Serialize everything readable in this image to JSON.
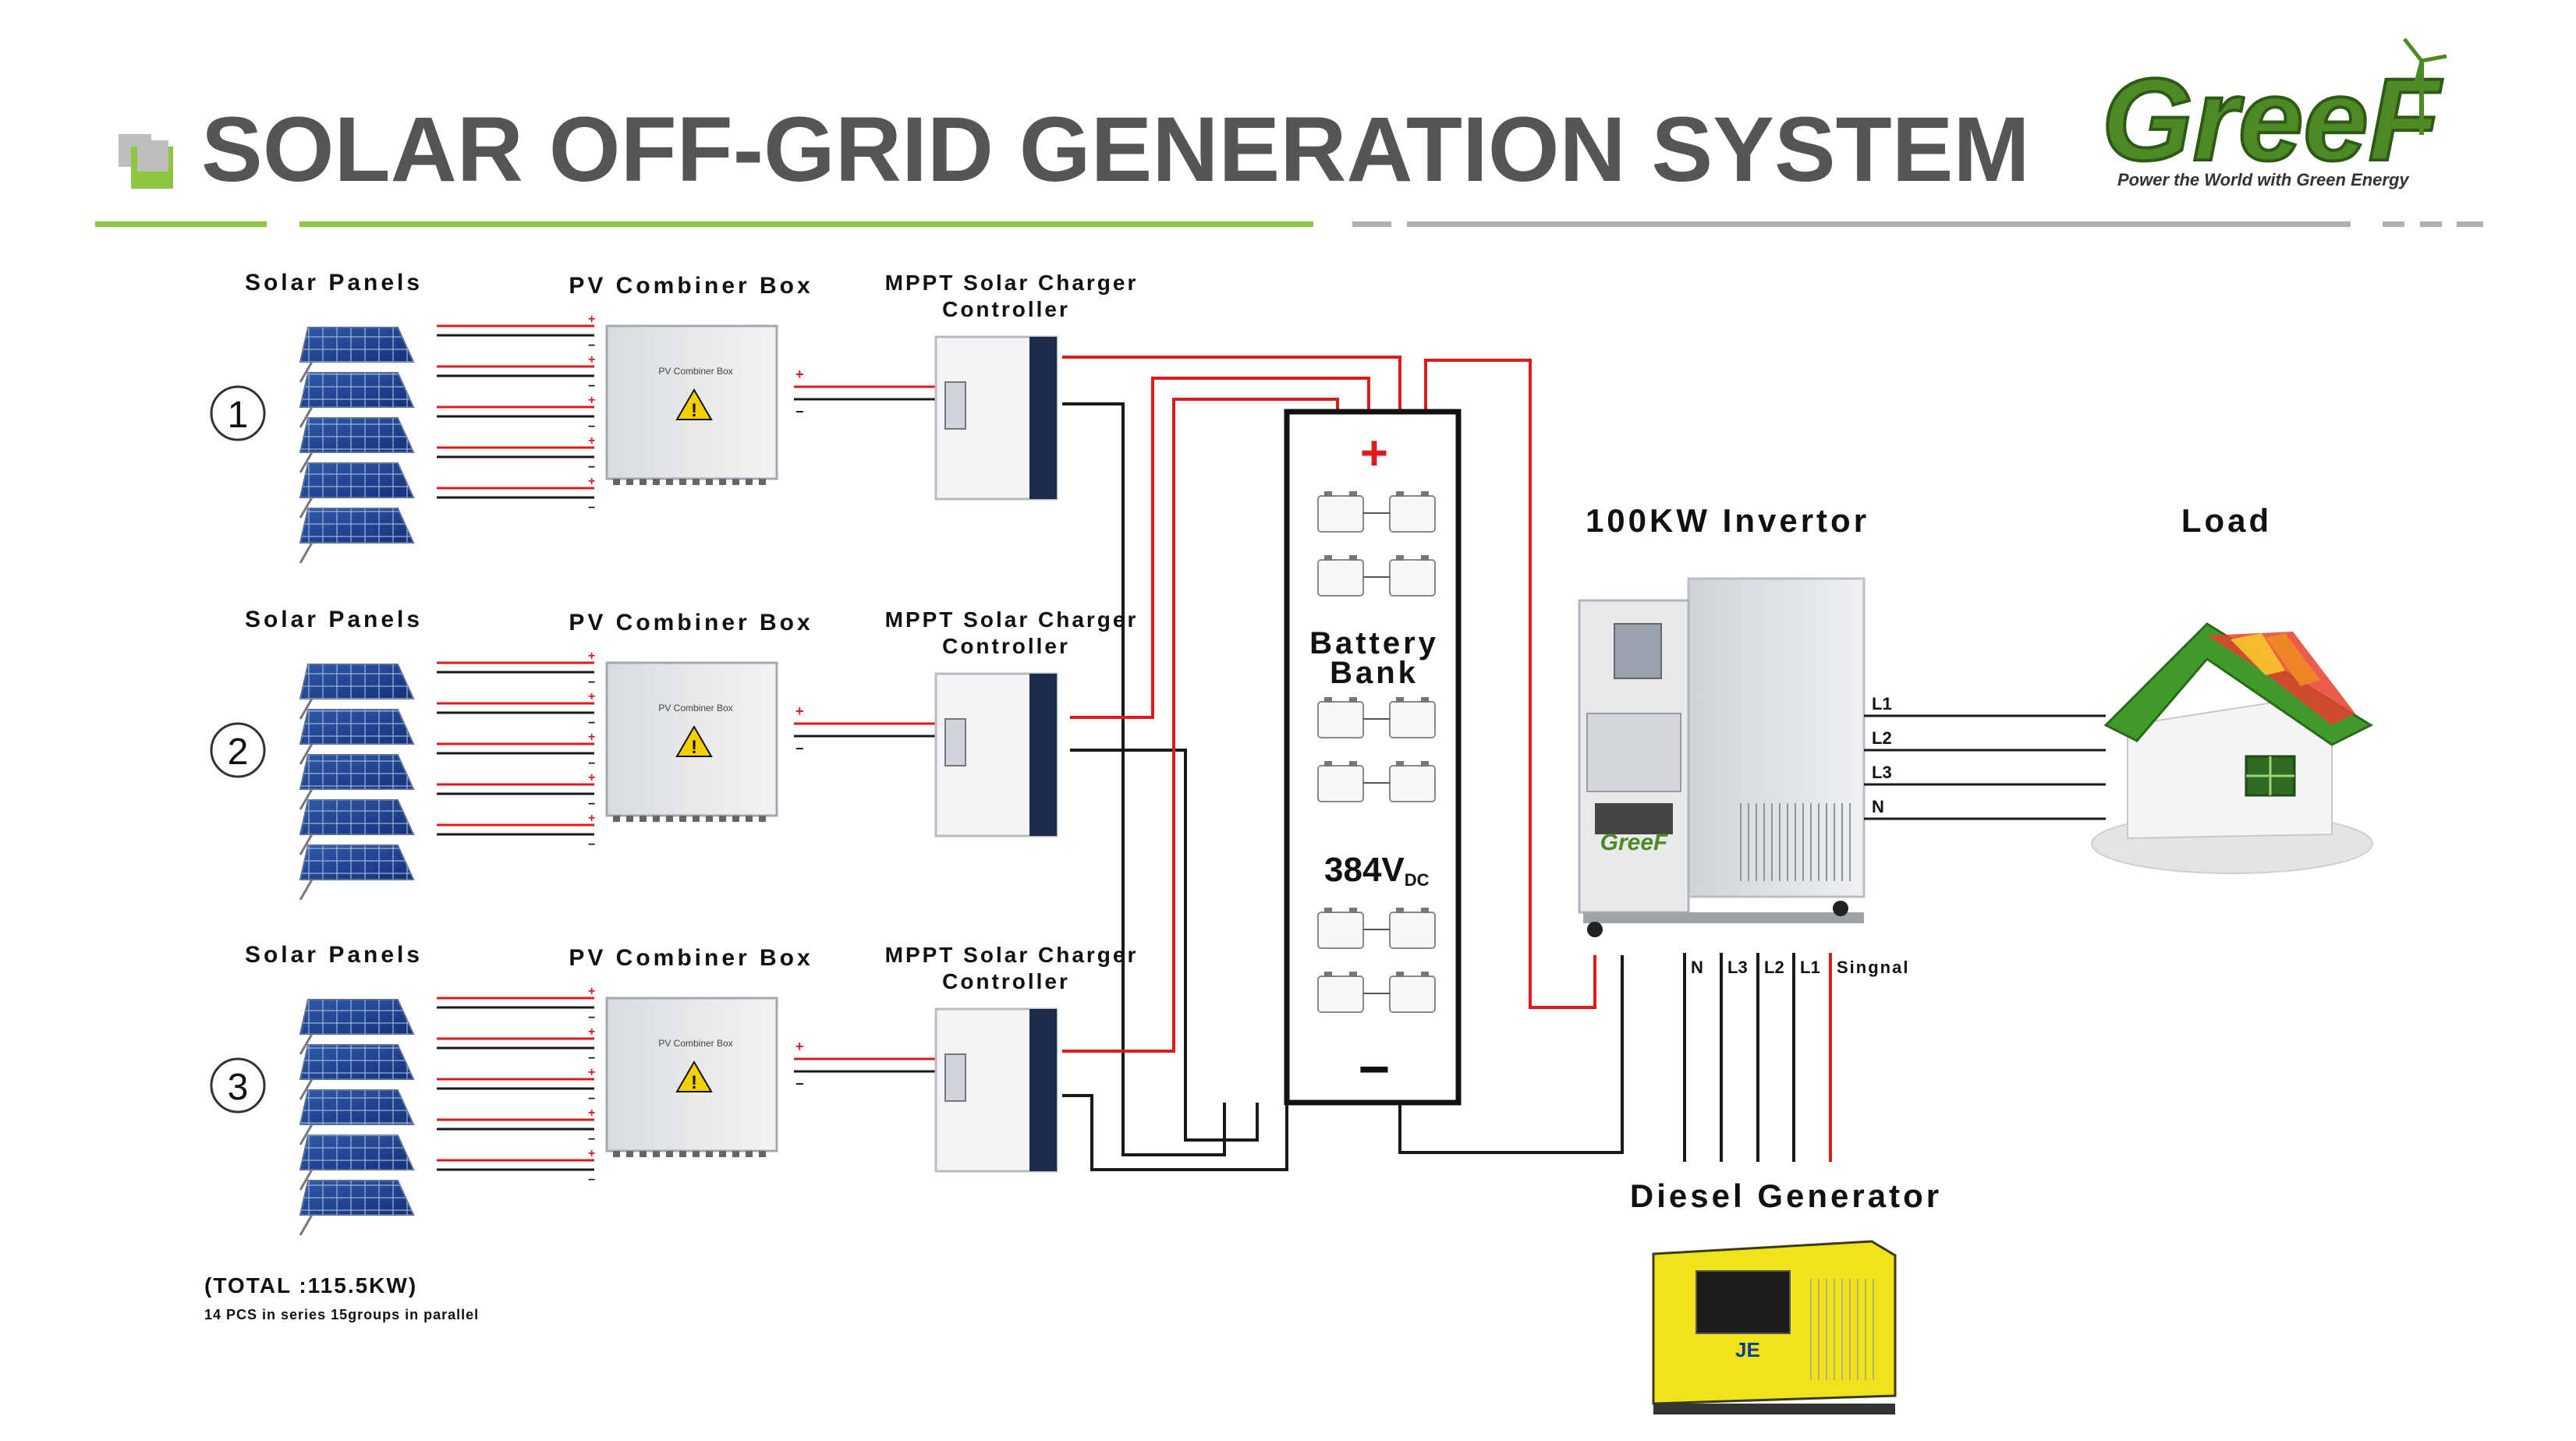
{
  "title": "SOLAR OFF-GRID GENERATION SYSTEM",
  "brand": {
    "name": "GreeF",
    "tagline": "Power the World with Green Energy"
  },
  "labels": {
    "solar_panels": "Solar Panels",
    "combiner": "PV Combiner Box",
    "combiner_plate": "PV Combiner Box",
    "mppt_line1": "MPPT Solar Charger",
    "mppt_line2": "Controller",
    "battery_line1": "Battery",
    "battery_line2": "Bank",
    "voltage": "384V",
    "voltage_sub": "DC",
    "plus": "+",
    "minus": "−",
    "inverter": "100KW Invertor",
    "load": "Load",
    "generator": "Diesel Generator",
    "total": "(TOTAL :115.5KW)",
    "note": "14 PCS in series 15groups in parallel",
    "inverter_brand": "GreeF",
    "generator_brand": "JE"
  },
  "groups": [
    "1",
    "2",
    "3"
  ],
  "load_lines": [
    "L1",
    "L2",
    "L3",
    "N"
  ],
  "gen_lines": [
    "N",
    "L3",
    "L2",
    "L1",
    "Singnal"
  ],
  "colors": {
    "accent": "#8dc63f",
    "wire_pos": "#e0191b",
    "wire_neg": "#1a1a1a",
    "title": "#555555"
  }
}
